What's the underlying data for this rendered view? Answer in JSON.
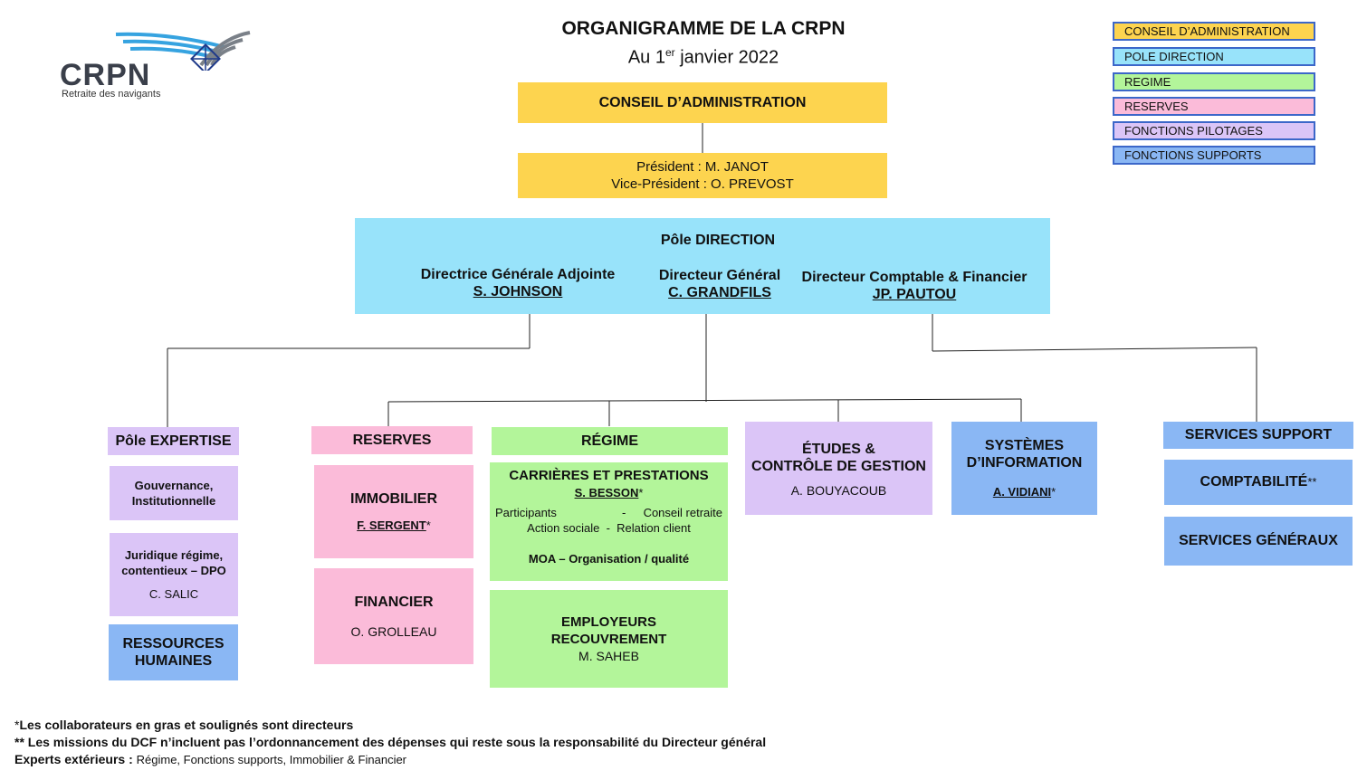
{
  "logo": {
    "name": "CRPN",
    "tagline": "Retraite des navigants"
  },
  "header": {
    "title": "ORGANIGRAMME DE LA CRPN",
    "date_prefix": "Au 1",
    "date_sup": "er",
    "date_suffix": " janvier 2022"
  },
  "legend": [
    {
      "label": "CONSEIL D’ADMINISTRATION",
      "color": "#fdd44f"
    },
    {
      "label": "POLE DIRECTION",
      "color": "#98e3fa"
    },
    {
      "label": "REGIME",
      "color": "#b3f59a"
    },
    {
      "label": "RESERVES",
      "color": "#fbbbd9"
    },
    {
      "label": "FONCTIONS PILOTAGES",
      "color": "#dbc5f7"
    },
    {
      "label": "FONCTIONS SUPPORTS",
      "color": "#8ab7f4"
    }
  ],
  "conseil": {
    "title": "CONSEIL D’ADMINISTRATION",
    "president": "Président : M. JANOT",
    "vice_president": "Vice-Président : O. PREVOST"
  },
  "direction": {
    "title": "Pôle DIRECTION",
    "dga_role": "Directrice Générale Adjointe",
    "dga_name": "S. JOHNSON",
    "dg_role": "Directeur Général",
    "dg_name": "C. GRANDFILS",
    "dcf_role": "Directeur Comptable & Financier",
    "dcf_name": "JP. PAUTOU"
  },
  "expertise": {
    "title": "Pôle EXPERTISE",
    "gouvernance_1": "Gouvernance,",
    "gouvernance_2": "Institutionnelle",
    "juridique_1": "Juridique régime,",
    "juridique_2": "contentieux – DPO",
    "juridique_person": "C. SALIC",
    "rh_1": "RESSOURCES",
    "rh_2": "HUMAINES"
  },
  "reserves": {
    "title": "RESERVES",
    "immobilier": "IMMOBILIER",
    "immobilier_person": "F. SERGENT",
    "immobilier_mark": "*",
    "financier": "FINANCIER",
    "financier_person": "O. GROLLEAU"
  },
  "regime": {
    "title": "RÉGIME",
    "carrieres": "CARRIÈRES ET PRESTATIONS",
    "carrieres_person": "S. BESSON",
    "carrieres_mark": "*",
    "participants": "Participants",
    "dash": "-",
    "conseil_retraite": "Conseil retraite",
    "action_relation": "Action sociale  -  Relation client",
    "moa": "MOA – Organisation / qualité",
    "employeurs_1": "EMPLOYEURS",
    "employeurs_2": "RECOUVREMENT",
    "employeurs_person": "M. SAHEB"
  },
  "etudes": {
    "title_1": "ÉTUDES &",
    "title_2": "CONTRÔLE DE GESTION",
    "person": "A. BOUYACOUB"
  },
  "si": {
    "title_1": "SYSTÈMES",
    "title_2": "D’INFORMATION",
    "person": "A. VIDIANI",
    "mark": "*"
  },
  "support": {
    "title": "SERVICES SUPPORT",
    "comptabilite": "COMPTABILITÉ",
    "comptabilite_mark": "**",
    "generaux": "SERVICES GÉNÉRAUX"
  },
  "footnotes": {
    "note1_mark": "*",
    "note1": "Les collaborateurs en gras et soulignés sont directeurs",
    "note2": "** Les missions du DCF n’incluent pas l’ordonnancement des dépenses qui reste sous la responsabilité du Directeur général",
    "note3_label": "Experts extérieurs : ",
    "note3_text": "Régime, Fonctions supports, Immobilier & Financier"
  }
}
